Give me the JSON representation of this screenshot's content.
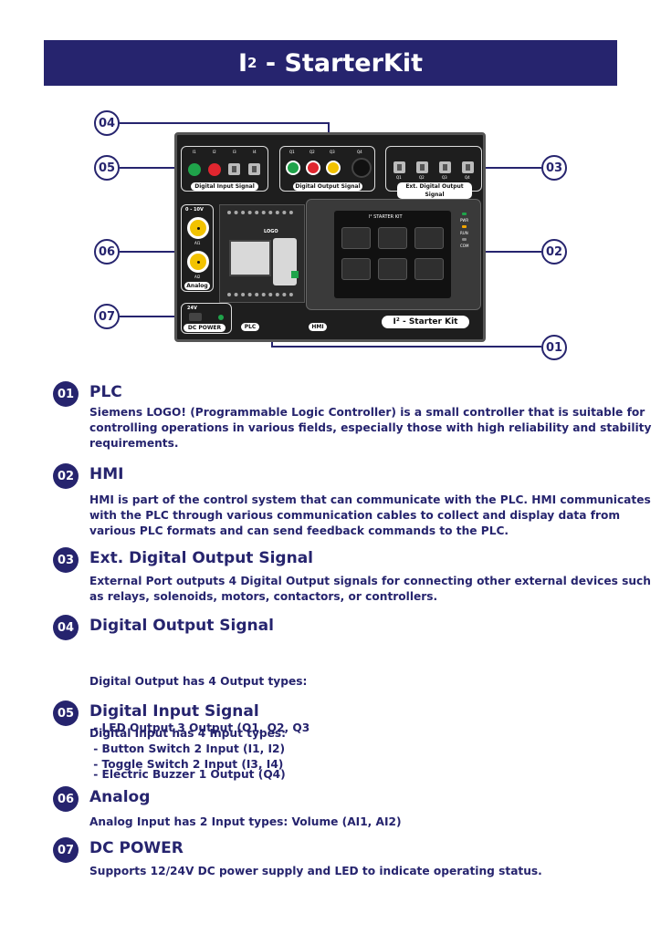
{
  "banner": {
    "title_main": "I",
    "title_sup": "2",
    "title_rest": " - StarterKit"
  },
  "diagram": {
    "callouts": [
      "01",
      "02",
      "03",
      "04",
      "05",
      "06",
      "07"
    ],
    "input_labels": [
      "I1",
      "I2",
      "I3",
      "I4"
    ],
    "output_labels": [
      "Q1",
      "Q2",
      "Q3",
      "Q4"
    ],
    "ext_labels": [
      "Q1",
      "Q2",
      "Q3",
      "Q4"
    ],
    "digital_input_label": "Digital Input Signal",
    "digital_output_label": "Digital Output Signal",
    "ext_output_label": "Ext. Digital Output Signal",
    "analog_range": "0 - 10V",
    "ai_labels": [
      "AI1",
      "AI2"
    ],
    "analog_label": "Analog",
    "logo_label": "LOGO",
    "hmi_title": "I² STARTER KIT",
    "hmi_leds": [
      "PWR",
      "RUN",
      "COM"
    ],
    "power_voltage": "24V",
    "power_label": "DC POWER",
    "plc_label": "PLC",
    "hmi_label": "HMI",
    "kit_label": "I² - Starter Kit"
  },
  "sections": [
    {
      "num": "01",
      "title": "PLC",
      "lines": [
        "Siemens LOGO! (Programmable Logic Controller) is a small controller that is suitable for",
        "controlling operations in various fields, especially those with high reliability and stability",
        "requirements."
      ]
    },
    {
      "num": "02",
      "title": "HMI",
      "lines": [
        "HMI is part of the control system that can communicate with the PLC. HMI communicates",
        "with the PLC through various communication cables to collect and display data from",
        "various PLC formats and can send feedback commands to the PLC."
      ]
    },
    {
      "num": "03",
      "title": "Ext. Digital Output Signal",
      "lines": [
        "External Port outputs 4 Digital Output signals for connecting other external devices such",
        "as relays, solenoids, motors, contactors, or controllers."
      ]
    },
    {
      "num": "04",
      "title": "Digital Output Signal",
      "lines": [
        "Digital Output has 4 Output types:",
        " - LED Output 3 Output (Q1, Q2, Q3",
        " - Electric Buzzer 1 Output (Q4)"
      ]
    },
    {
      "num": "05",
      "title": "Digital Input Signal",
      "lines": [
        "Digital Input has 4 Input types:",
        " - Button Switch 2 Input (I1, I2)",
        " - Toggle Switch 2 Input (I3, I4)"
      ]
    },
    {
      "num": "06",
      "title": "Analog",
      "lines": [
        "Analog Input has 2 Input types: Volume (AI1, AI2)"
      ]
    },
    {
      "num": "07",
      "title": "DC POWER",
      "lines": [
        "Supports 12/24V DC power supply and LED to indicate operating status."
      ]
    }
  ]
}
